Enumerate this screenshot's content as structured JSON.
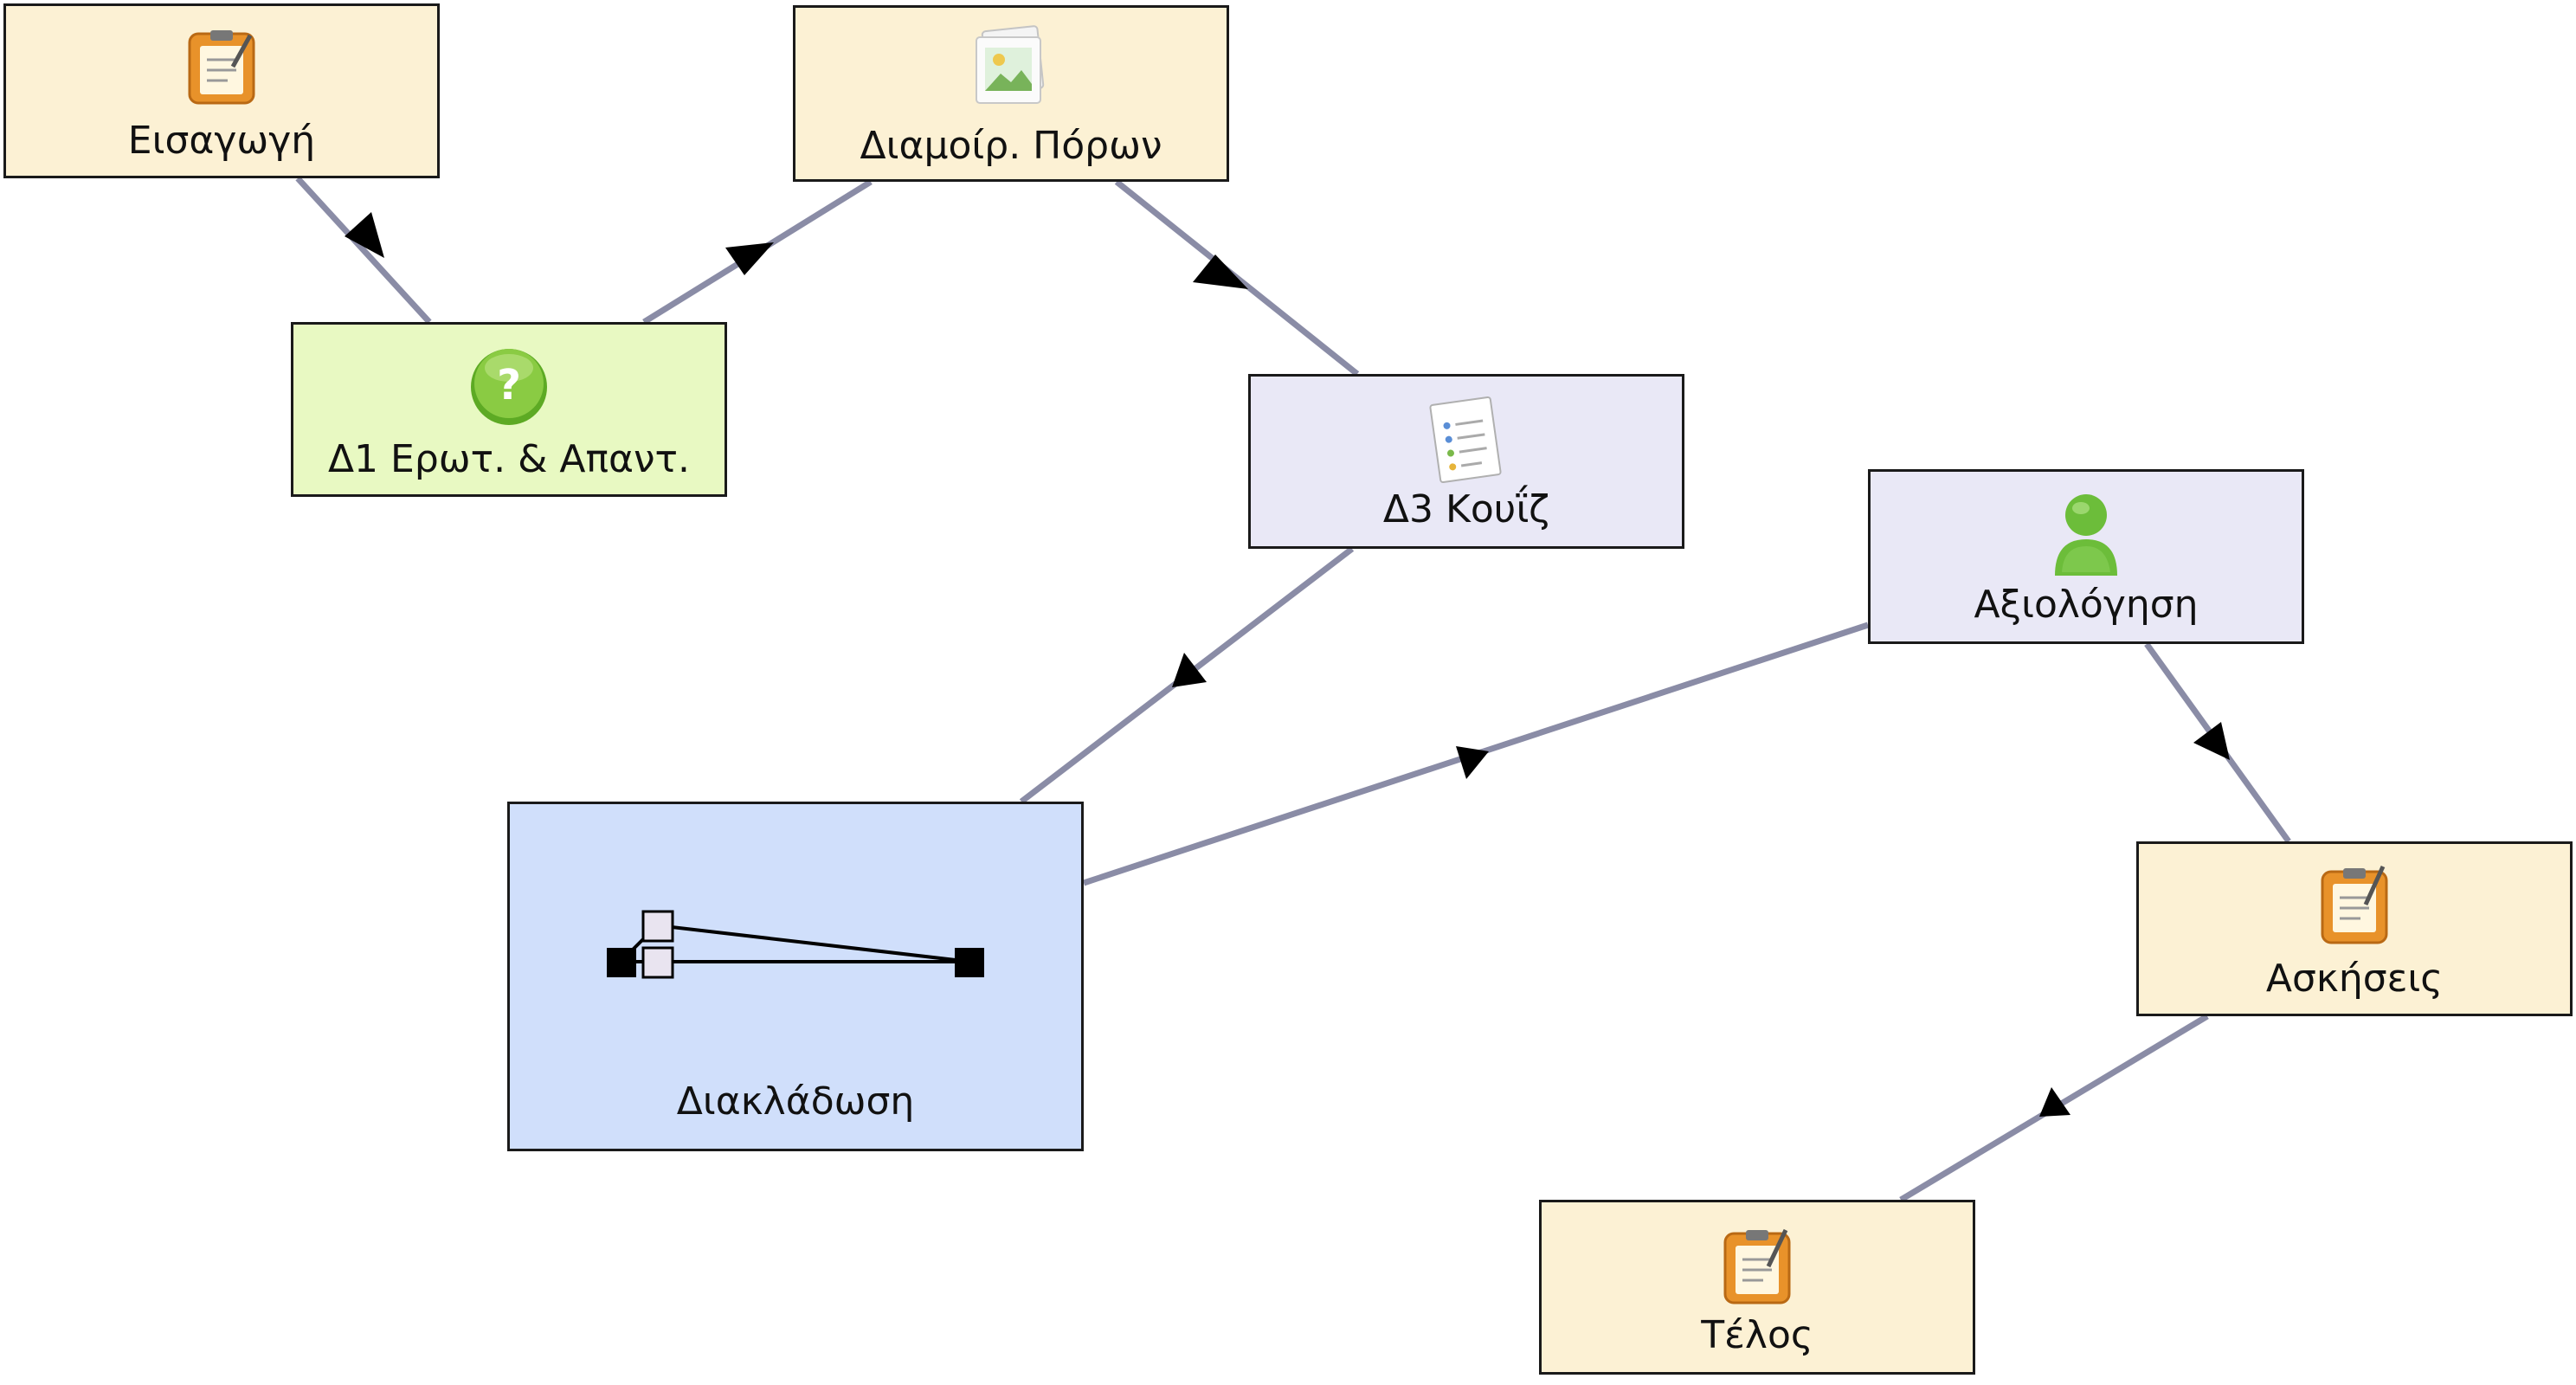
{
  "diagram": {
    "edge_color": "#8a8ca6",
    "nodes": {
      "intro": {
        "label": "Εισαγωγή",
        "icon": "notepad-icon",
        "fill": "#fcf1d4"
      },
      "qa": {
        "label": "Δ1 Ερωτ. & Απαντ.",
        "icon": "question-icon",
        "fill": "#e8f9c2"
      },
      "share": {
        "label": "Διαμοίρ. Πόρων",
        "icon": "image-stack-icon",
        "fill": "#fcf1d4"
      },
      "quiz": {
        "label": "Δ3 Κουΐζ",
        "icon": "checklist-icon",
        "fill": "#e9e8f6"
      },
      "branch": {
        "label": "Διακλάδωση",
        "icon": "branching-icon",
        "fill": "#d0dffb"
      },
      "assess": {
        "label": "Αξιολόγηση",
        "icon": "user-icon",
        "fill": "#e9e8f6"
      },
      "exer": {
        "label": "Ασκήσεις",
        "icon": "notepad-icon",
        "fill": "#fcf1d4"
      },
      "end": {
        "label": "Τέλος",
        "icon": "notepad-icon",
        "fill": "#fcf1d4"
      }
    },
    "edges": [
      {
        "from": "intro",
        "to": "qa"
      },
      {
        "from": "qa",
        "to": "share"
      },
      {
        "from": "share",
        "to": "quiz"
      },
      {
        "from": "quiz",
        "to": "branch"
      },
      {
        "from": "branch",
        "to": "assess"
      },
      {
        "from": "assess",
        "to": "exer"
      },
      {
        "from": "exer",
        "to": "end"
      }
    ]
  }
}
